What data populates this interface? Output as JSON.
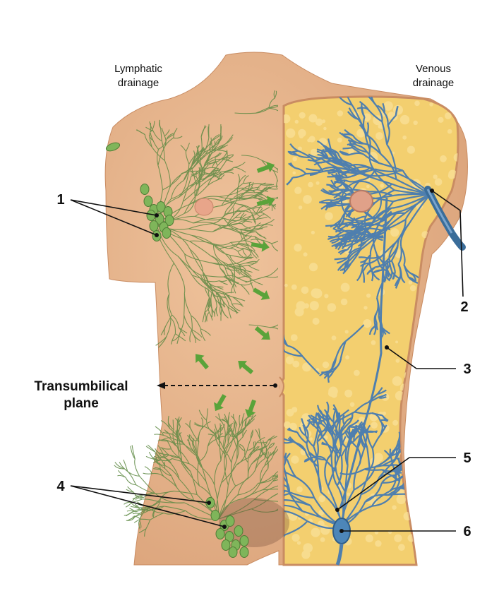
{
  "headings": {
    "lymphatic": [
      "Lymphatic",
      "drainage"
    ],
    "venous": [
      "Venous",
      "drainage"
    ]
  },
  "plane_label": [
    "Transumbilical",
    "plane"
  ],
  "callouts": [
    "1",
    "2",
    "3",
    "4",
    "5",
    "6"
  ],
  "colors": {
    "skin": "#e8b58c",
    "skin_shadow": "#d59a6f",
    "dissected_fat": "#f3cf6f",
    "lymph_vessel": "#5f8a45",
    "lymph_node": "#7fb55a",
    "vein": "#4f7fae",
    "arrow": "#5aa33a"
  }
}
